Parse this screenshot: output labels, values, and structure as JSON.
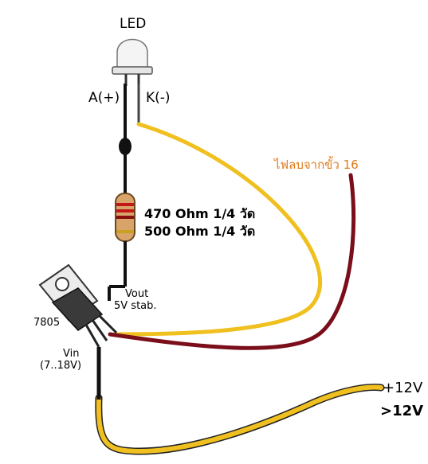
{
  "labels": {
    "led": "LED",
    "anode": "A(+)",
    "cathode": "K(-)",
    "resistor_line1": "470 Ohm 1/4 วัด",
    "resistor_line2": "500 Ohm 1/4 วัด",
    "power_source_note": "ไฟลบจากขั้ว 16",
    "vout": "Vout",
    "vout_stab": "5V stab.",
    "regulator": "7805",
    "vin": "Vin",
    "vin_range": "(7..18V)",
    "supply": "+12V",
    "supply_note": ">12V"
  },
  "colors": {
    "yellow_wire": "#f0c020",
    "red_wire": "#7a0e1a",
    "black_wire": "#111111",
    "thai_text": "#e07a1c",
    "resistor_body": "#d8a46a",
    "resistor_band_red": "#c21818"
  }
}
